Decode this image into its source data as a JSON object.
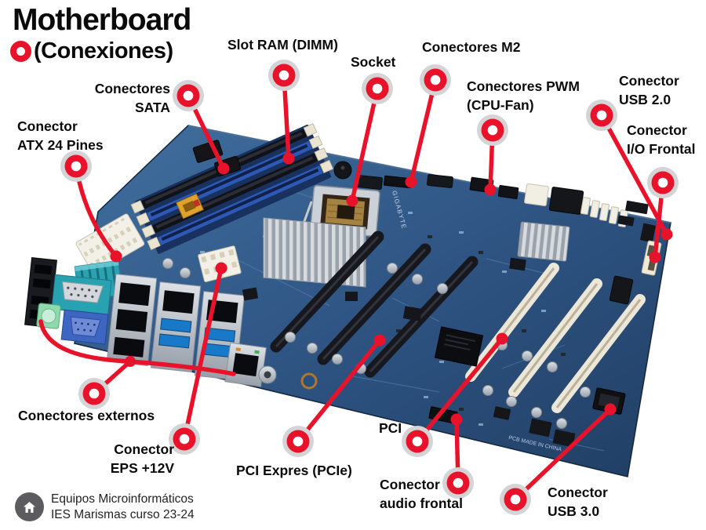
{
  "title": {
    "main": "Motherboard",
    "sub": "(Conexiones)"
  },
  "board_text": {
    "brand": "GIGABYTE",
    "made_in": "PCB MADE IN CHINA"
  },
  "footer": {
    "line1": "Equipos Microinformáticos",
    "line2": "IES Marismas curso 23-24"
  },
  "colors": {
    "accent_red": "#e8132b",
    "marker_halo": "#d4d4d6",
    "pcb_blue": "#35608f",
    "footer_badge": "#5b5b60"
  },
  "labels": [
    {
      "id": "slot-ram",
      "lines": [
        "Slot RAM (DIMM)"
      ]
    },
    {
      "id": "socket",
      "lines": [
        "Socket"
      ]
    },
    {
      "id": "m2",
      "lines": [
        "Conectores M2"
      ]
    },
    {
      "id": "pwm",
      "lines": [
        "Conectores PWM",
        "(CPU-Fan)"
      ]
    },
    {
      "id": "usb20",
      "lines": [
        "Conector",
        "USB 2.0"
      ]
    },
    {
      "id": "io-frontal",
      "lines": [
        "Conector",
        "I/O Frontal"
      ]
    },
    {
      "id": "sata",
      "lines": [
        "Conectores",
        "SATA"
      ]
    },
    {
      "id": "atx",
      "lines": [
        "Conector",
        "ATX 24 Pines"
      ]
    },
    {
      "id": "externos",
      "lines": [
        "Conectores externos"
      ]
    },
    {
      "id": "eps",
      "lines": [
        "Conector",
        "EPS +12V"
      ]
    },
    {
      "id": "pcie",
      "lines": [
        "PCI Expres (PCIe)"
      ]
    },
    {
      "id": "pci",
      "lines": [
        "PCI"
      ]
    },
    {
      "id": "audio-frontal",
      "lines": [
        "Conector",
        "audio frontal"
      ]
    },
    {
      "id": "usb30",
      "lines": [
        "Conector",
        "USB 3.0"
      ]
    }
  ]
}
